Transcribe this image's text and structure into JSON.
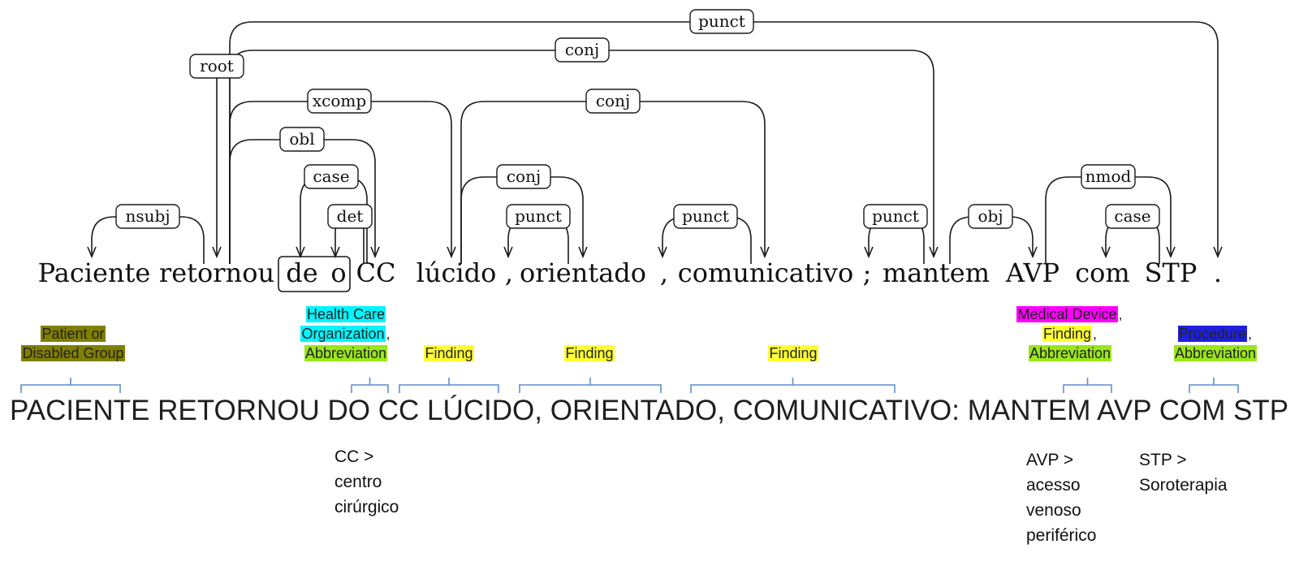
{
  "tokens": [
    {
      "text": "Paciente"
    },
    {
      "text": "retornou"
    },
    {
      "text": "de"
    },
    {
      "text": "o"
    },
    {
      "text": "CC"
    },
    {
      "text": "lúcido"
    },
    {
      "text": ","
    },
    {
      "text": "orientado"
    },
    {
      "text": ","
    },
    {
      "text": "comunicativo"
    },
    {
      "text": ";"
    },
    {
      "text": "mantem"
    },
    {
      "text": "AVP"
    },
    {
      "text": "com"
    },
    {
      "text": "STP"
    },
    {
      "text": "."
    }
  ],
  "relations": [
    {
      "label": "punct",
      "head": 1,
      "dep": 15
    },
    {
      "label": "conj",
      "head": 1,
      "dep": 11
    },
    {
      "label": "root",
      "head": null,
      "dep": 1
    },
    {
      "label": "xcomp",
      "head": 1,
      "dep": 5
    },
    {
      "label": "conj",
      "head": 5,
      "dep": 9
    },
    {
      "label": "obl",
      "head": 1,
      "dep": 4
    },
    {
      "label": "case",
      "head": 4,
      "dep": 2
    },
    {
      "label": "conj",
      "head": 5,
      "dep": 7
    },
    {
      "label": "nmod",
      "head": 12,
      "dep": 14
    },
    {
      "label": "nsubj",
      "head": 1,
      "dep": 0
    },
    {
      "label": "det",
      "head": 4,
      "dep": 3
    },
    {
      "label": "punct",
      "head": 7,
      "dep": 6
    },
    {
      "label": "punct",
      "head": 9,
      "dep": 8
    },
    {
      "label": "punct",
      "head": 11,
      "dep": 10
    },
    {
      "label": "obj",
      "head": 11,
      "dep": 12
    },
    {
      "label": "case",
      "head": 14,
      "dep": 13
    }
  ],
  "entity_annotations": [
    {
      "id": "patient",
      "lines": [
        {
          "parts": [
            {
              "text": "Patient or",
              "highlight": "#808000"
            }
          ]
        },
        {
          "parts": [
            {
              "text": "Disabled Group",
              "highlight": "#808000"
            }
          ]
        }
      ]
    },
    {
      "id": "cc",
      "lines": [
        {
          "parts": [
            {
              "text": "Health Care",
              "highlight": "#00f5ff"
            }
          ]
        },
        {
          "parts": [
            {
              "text": "Organization",
              "highlight": "#00f5ff"
            },
            {
              "text": ",",
              "highlight": ""
            }
          ]
        },
        {
          "parts": [
            {
              "text": "Abbreviation",
              "highlight": "#9ae61b"
            }
          ]
        }
      ]
    },
    {
      "id": "lucido",
      "lines": [
        {
          "parts": [
            {
              "text": "Finding",
              "highlight": "#ffff33"
            }
          ]
        }
      ]
    },
    {
      "id": "orientado",
      "lines": [
        {
          "parts": [
            {
              "text": "Finding",
              "highlight": "#ffff33"
            }
          ]
        }
      ]
    },
    {
      "id": "comunicativo",
      "lines": [
        {
          "parts": [
            {
              "text": "Finding",
              "highlight": "#ffff33"
            }
          ]
        }
      ]
    },
    {
      "id": "avp",
      "lines": [
        {
          "parts": [
            {
              "text": "Medical Device",
              "highlight": "#ff00ff"
            },
            {
              "text": ",",
              "highlight": ""
            }
          ]
        },
        {
          "parts": [
            {
              "text": "Finding",
              "highlight": "#ffff33"
            },
            {
              "text": ",",
              "highlight": ""
            }
          ]
        },
        {
          "parts": [
            {
              "text": "Abbreviation",
              "highlight": "#9ae61b"
            }
          ]
        }
      ]
    },
    {
      "id": "stp",
      "lines": [
        {
          "parts": [
            {
              "text": "Procedure",
              "highlight": "#1f1fe0"
            },
            {
              "text": ",",
              "highlight": ""
            }
          ]
        },
        {
          "parts": [
            {
              "text": "Abbreviation",
              "highlight": "#9ae61b"
            }
          ]
        }
      ]
    }
  ],
  "raw_sentence": "PACIENTE RETORNOU DO CC LÚCIDO, ORIENTADO, COMUNICATIVO: MANTEM AVP COM STP",
  "abbreviation_notes": [
    {
      "id": "cc",
      "text": "CC >\ncentro\ncirúrgico"
    },
    {
      "id": "avp",
      "text": "AVP >\nacesso\nvenoso\nperiférico"
    },
    {
      "id": "stp",
      "text": "STP >\nSoroterapia"
    }
  ],
  "colors": {
    "arc": "#1a1a1a",
    "bracket": "#5b8fd0"
  }
}
